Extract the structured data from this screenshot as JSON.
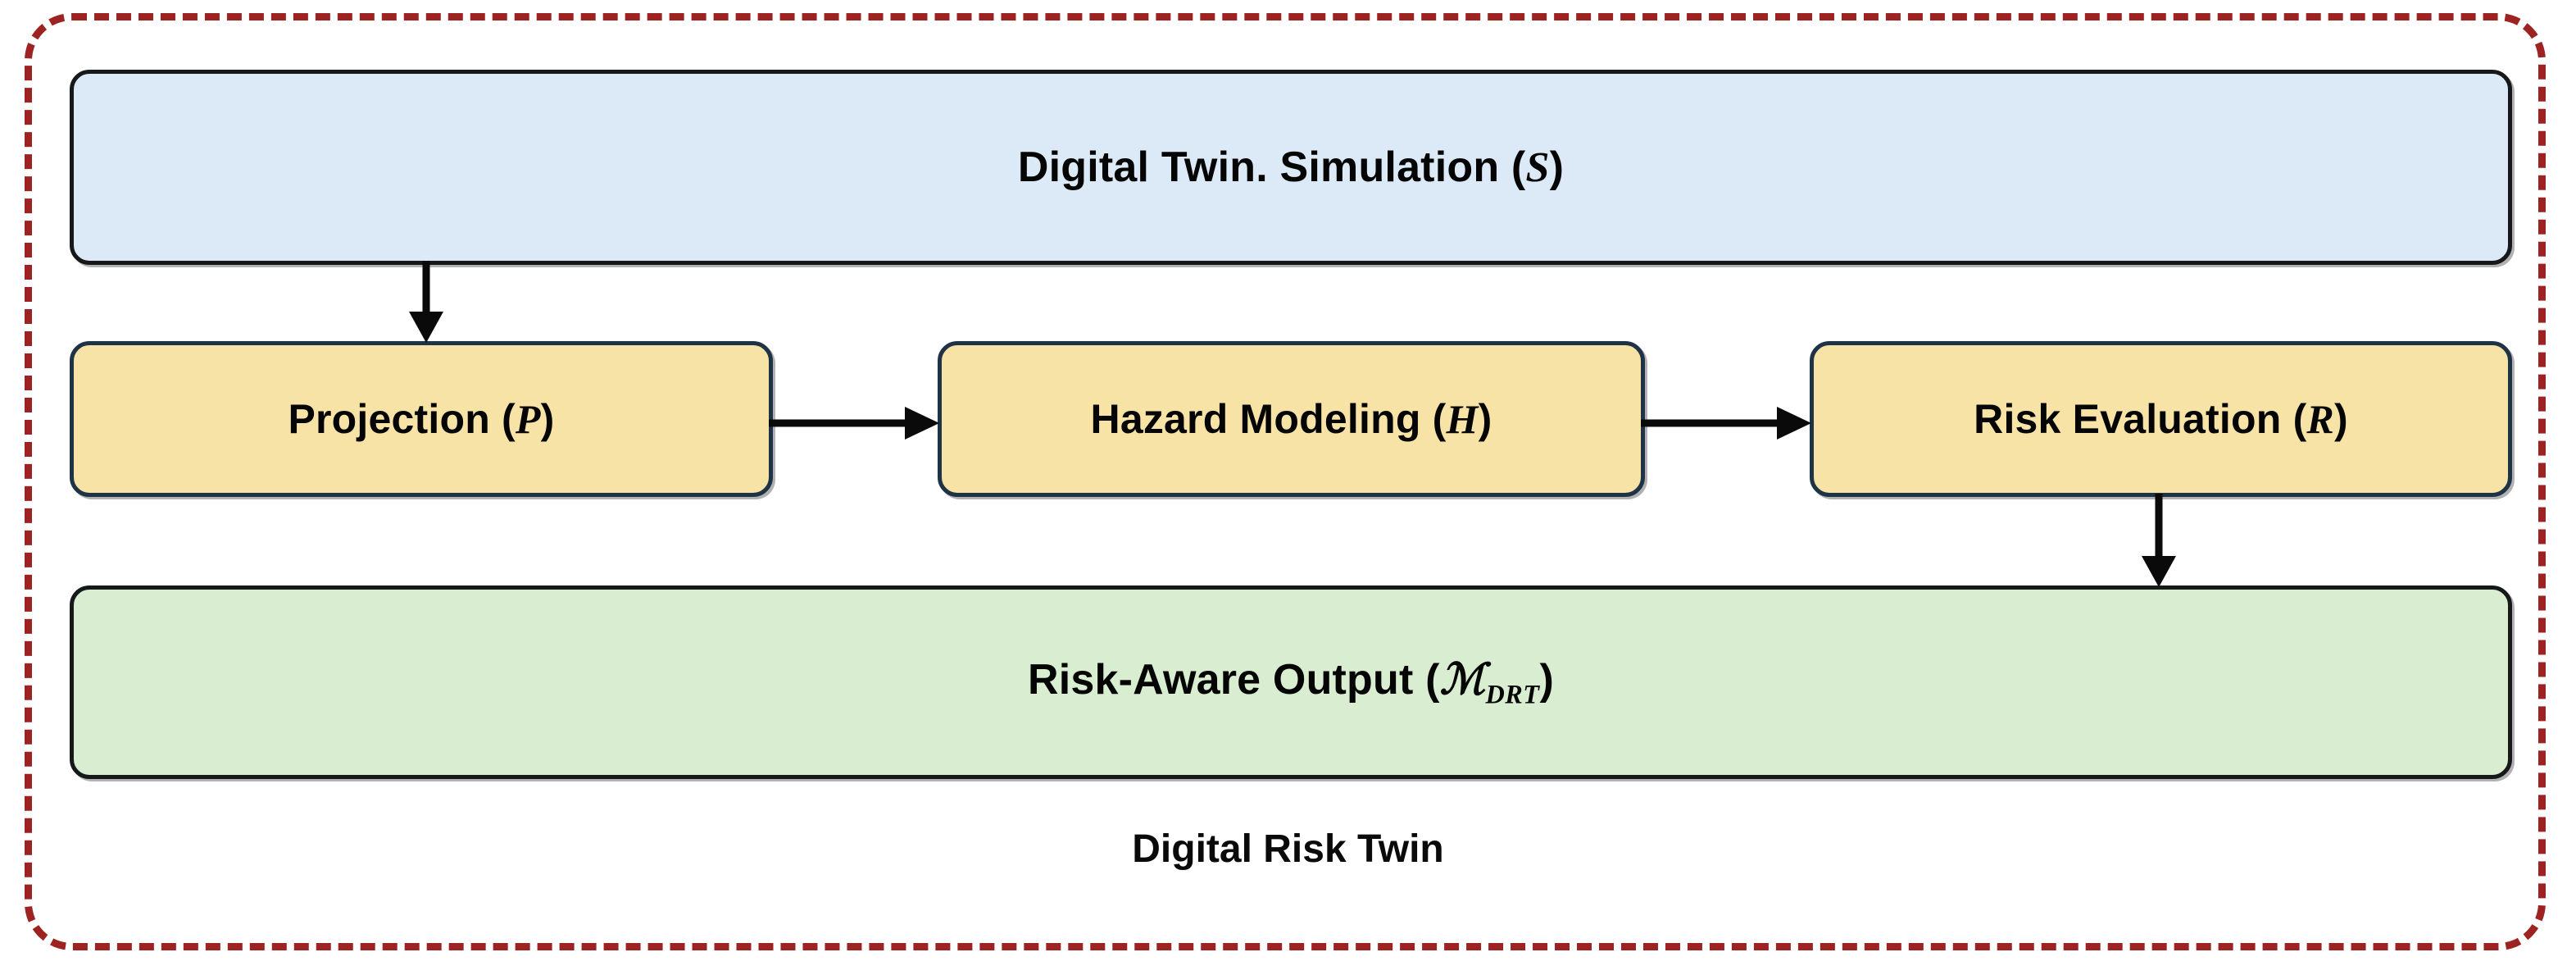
{
  "diagram": {
    "title": "Digital Risk Twin",
    "frame": {
      "name": "digital-risk-twin-boundary",
      "style": "dashed",
      "color": "#9c2321"
    },
    "colors": {
      "boundary": "#9c2321",
      "simulation_fill": "#dce9f7",
      "process_fill": "#f7e3a6",
      "output_fill": "#d9edd1",
      "process_border": "#1f3347",
      "box_border": "#16181a",
      "text": "#050505"
    },
    "nodes": [
      {
        "id": "simulation",
        "label_text": "Digital Twin. Simulation (",
        "label_symbol": "S",
        "label_tail": ")",
        "full_label": "Digital Twin. Simulation (S)",
        "fill": "#dce9f7"
      },
      {
        "id": "projection",
        "label_text": "Projection (",
        "label_symbol": "P",
        "label_tail": ")",
        "full_label": "Projection (P)",
        "fill": "#f7e3a6"
      },
      {
        "id": "hazard",
        "label_text": "Hazard Modeling (",
        "label_symbol": "H",
        "label_tail": ")",
        "full_label": "Hazard Modeling (H)",
        "fill": "#f7e3a6"
      },
      {
        "id": "risk",
        "label_text": "Risk Evaluation (",
        "label_symbol": "R",
        "label_tail": ")",
        "full_label": "Risk Evaluation (R)",
        "fill": "#f7e3a6"
      },
      {
        "id": "output",
        "label_text": "Risk-Aware Output (",
        "label_symbol": "ℳ",
        "label_subscript": "DRT",
        "label_tail": ")",
        "full_label": "Risk-Aware Output (ℳDRT)",
        "fill": "#d9edd1"
      }
    ],
    "edges": [
      {
        "id": "sim-to-proj",
        "from": "simulation",
        "to": "projection",
        "direction": "down",
        "label": ""
      },
      {
        "id": "proj-to-haz",
        "from": "projection",
        "to": "hazard",
        "direction": "right",
        "label": ""
      },
      {
        "id": "haz-to-risk",
        "from": "hazard",
        "to": "risk",
        "direction": "right",
        "label": ""
      },
      {
        "id": "risk-to-out",
        "from": "risk",
        "to": "output",
        "direction": "down",
        "label": ""
      }
    ]
  }
}
